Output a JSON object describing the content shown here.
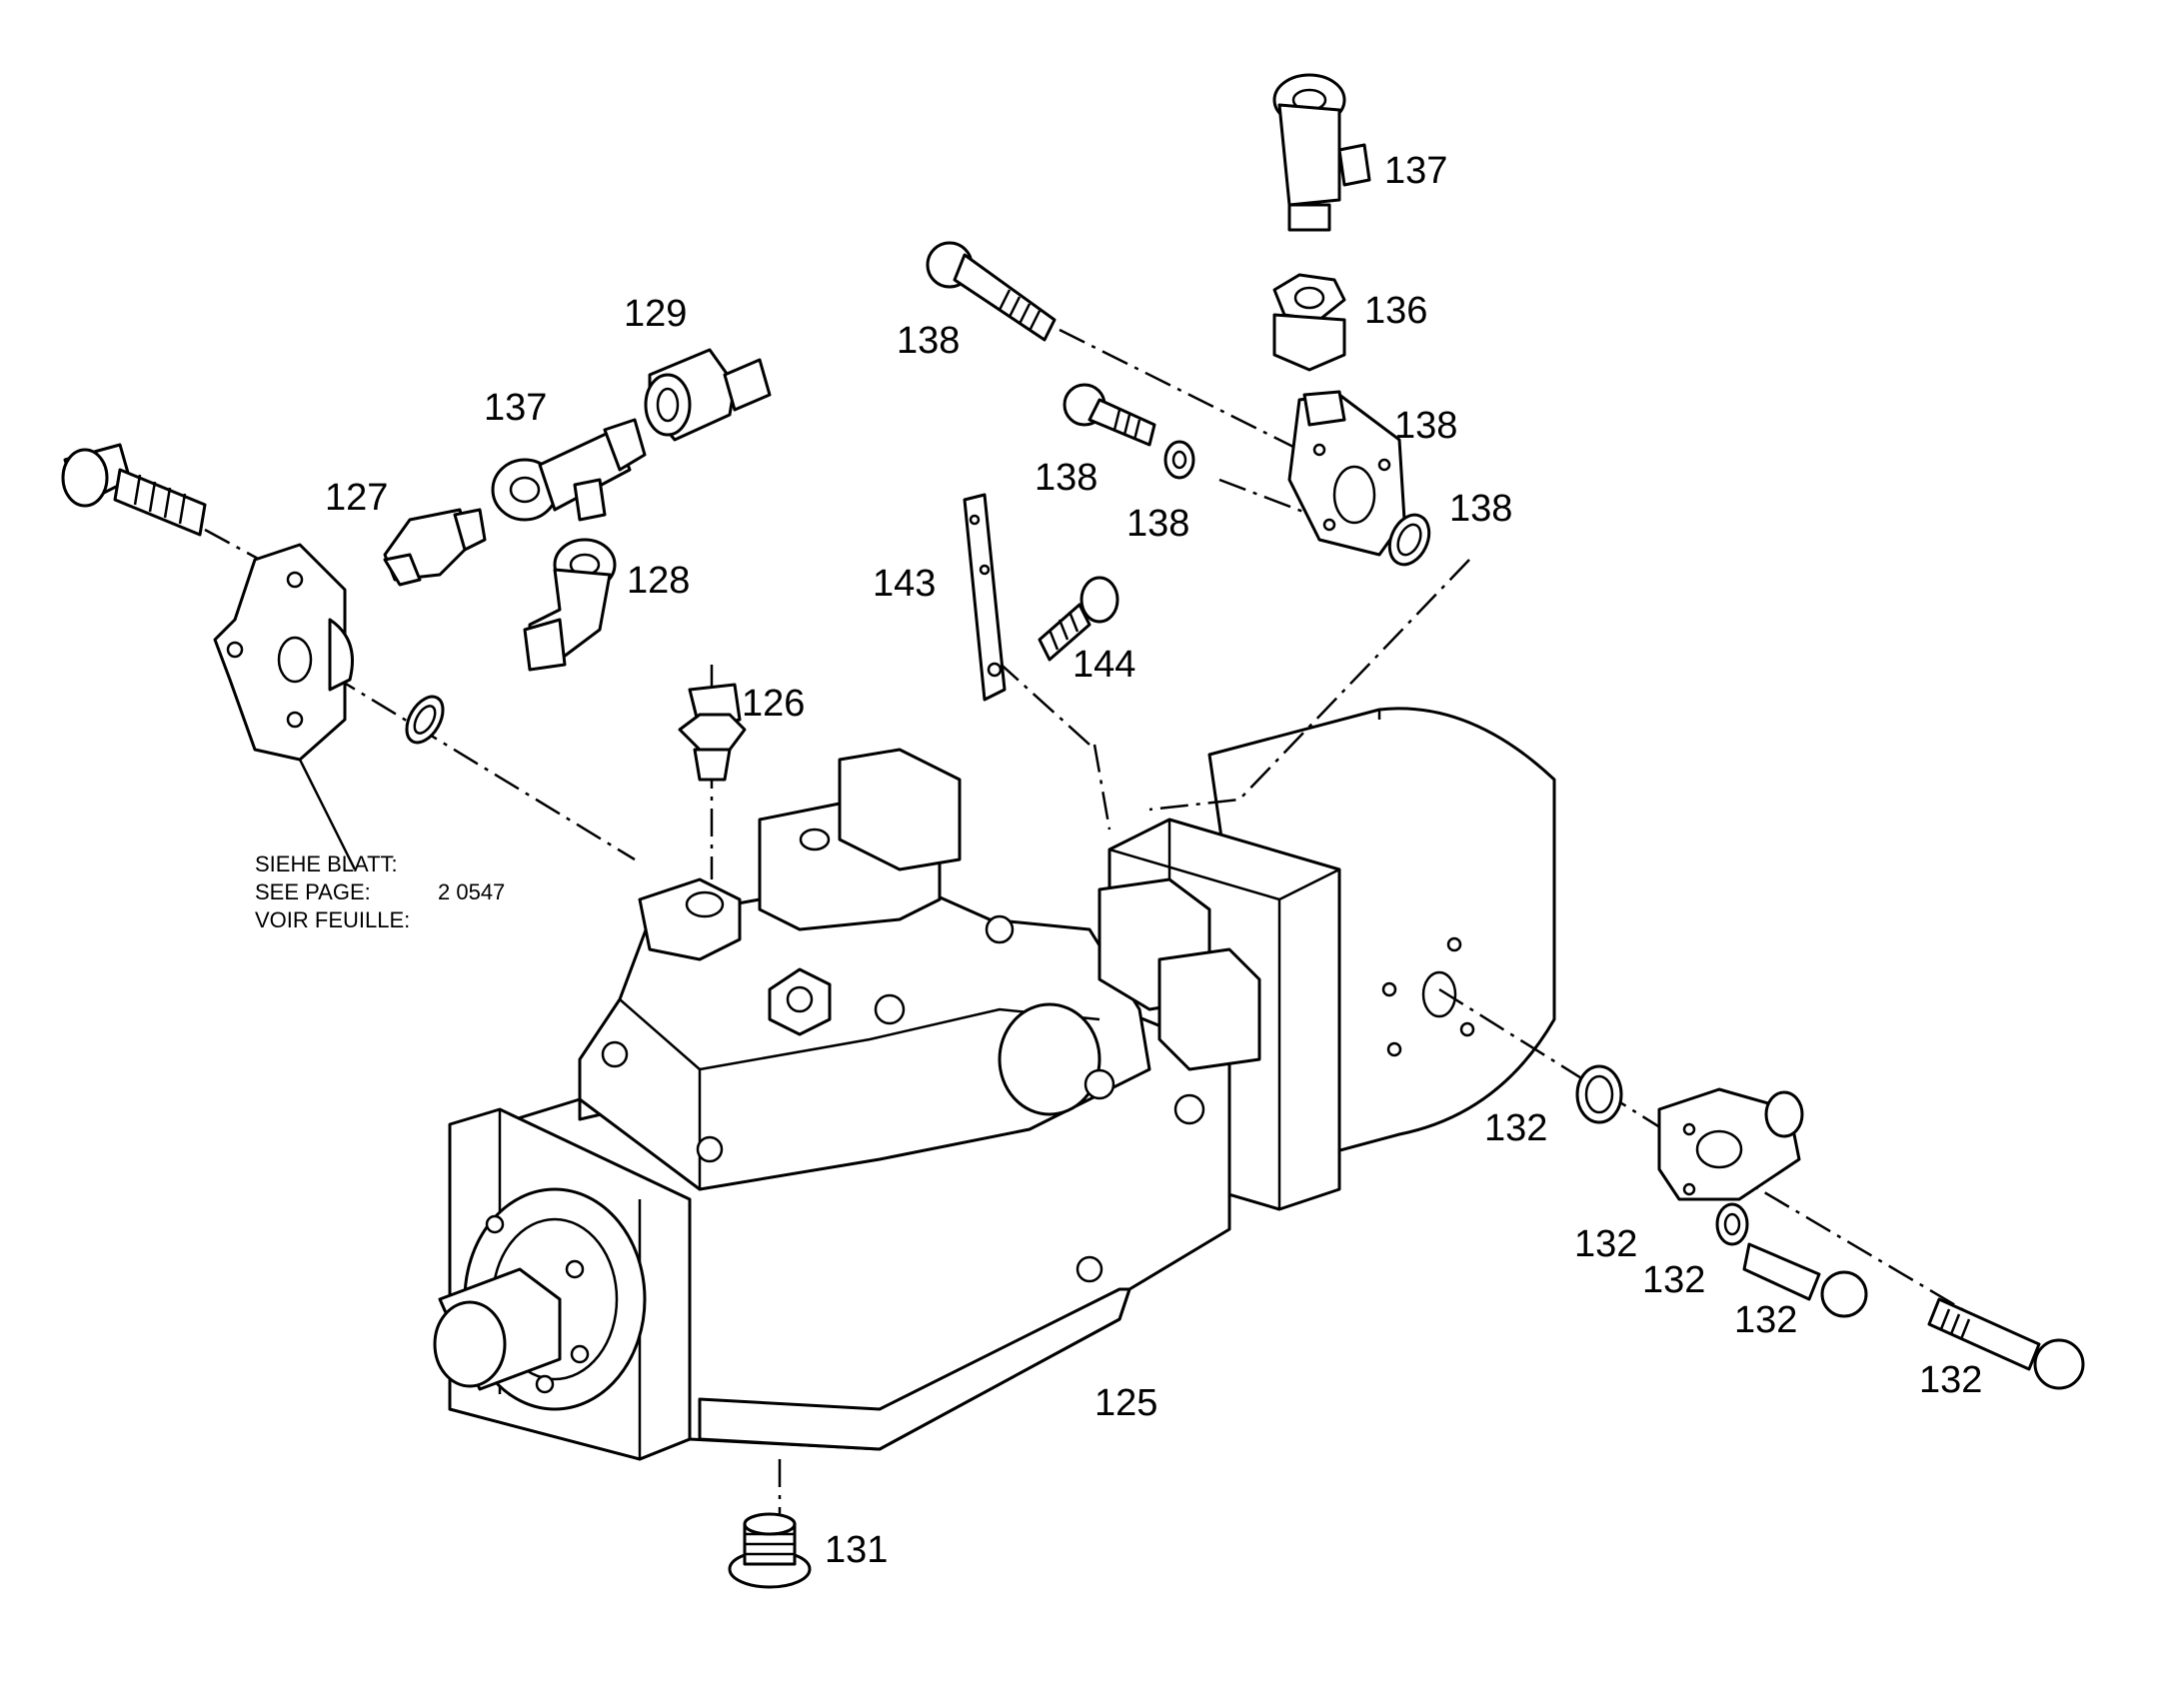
{
  "diagram": {
    "reference_note": {
      "line1": "SIEHE BLATT:",
      "line2": "SEE PAGE:",
      "line3": "VOIR FEUILLE:",
      "page_number": "2 0547"
    },
    "callouts": {
      "c125": "125",
      "c126": "126",
      "c127": "127",
      "c128": "128",
      "c129": "129",
      "c131": "131",
      "c132a": "132",
      "c132b": "132",
      "c132c": "132",
      "c132d": "132",
      "c132e": "132",
      "c136": "136",
      "c137a": "137",
      "c137b": "137",
      "c138a": "138",
      "c138b": "138",
      "c138c": "138",
      "c138d": "138",
      "c138e": "138",
      "c143": "143",
      "c144": "144"
    }
  }
}
